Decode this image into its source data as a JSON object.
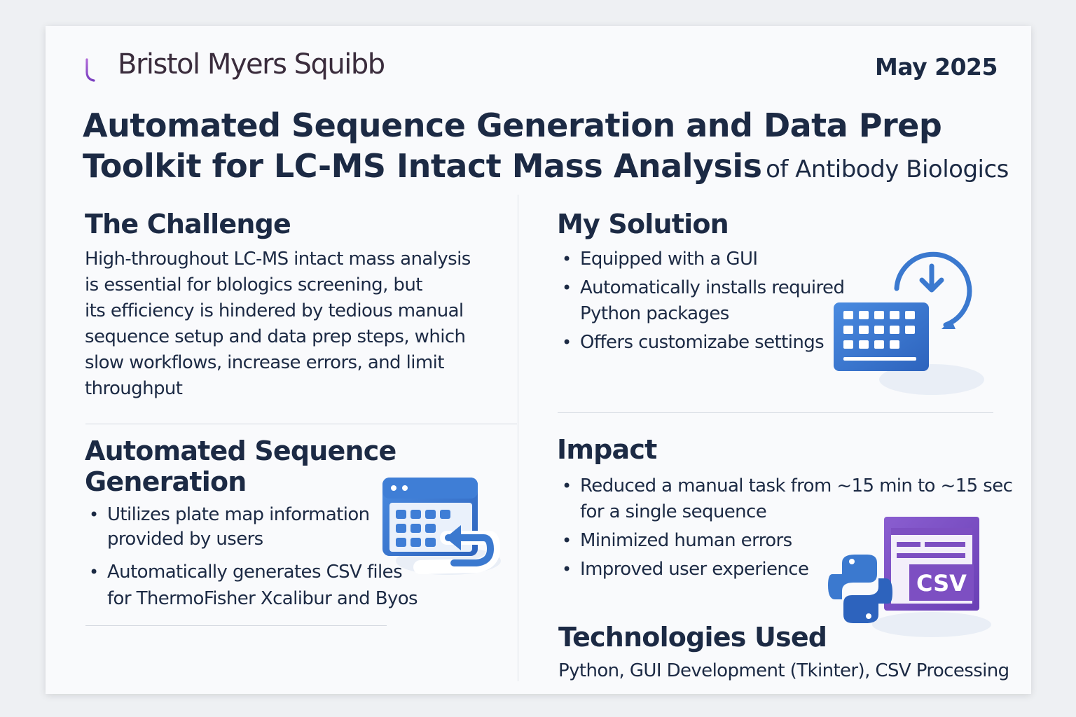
{
  "header": {
    "brand": "Bristol Myers Squibb",
    "date": "May 2025",
    "title_line1": "Automated Sequence Generation and Data Prep",
    "title_line2": "Toolkit for LC-MS Intact Mass Analysis",
    "title_line2_suffix": "of Antibody Biologics"
  },
  "challenge": {
    "heading": "The Challenge",
    "lines": [
      "High-throughout LC-MS intact mass analysis",
      "is essential for blologics screening, but",
      "its efficiency is hindered by tedious manual",
      "sequence setup and data prep steps, which",
      "slow workflows, increase errors, and limit",
      "throughput"
    ]
  },
  "solution": {
    "heading": "My Solution",
    "items": [
      [
        "Equipped with a GUI"
      ],
      [
        "Automatically installs required",
        "Python packages"
      ],
      [
        "Offers customizabe settings"
      ]
    ]
  },
  "sequence": {
    "heading_line1": "Automated Sequence",
    "heading_line2": "Generation",
    "items": [
      [
        "Utilizes plate map information",
        "provided by users"
      ],
      [
        "Automatically generates CSV files",
        "for ThermoFisher Xcalibur and Byos"
      ]
    ]
  },
  "impact": {
    "heading": "Impact",
    "items": [
      [
        "Reduced a manual task from ~15 min to ~15 sec",
        "for a single sequence"
      ],
      [
        "Minimized human errors"
      ],
      [
        "Improved user experience"
      ]
    ],
    "csv_label": "CSV"
  },
  "technologies": {
    "heading": "Technologies Used",
    "text": "Python, GUI Development (Tkinter), CSV Processing"
  },
  "icons": {
    "logo": "bms-logo-icon",
    "solution": "keyboard-clock-icon",
    "sequence": "calendar-arrow-icon",
    "impact": "python-csv-icon"
  },
  "colors": {
    "navy": "#1c2a44",
    "blue": "#3b79cf",
    "purple": "#7d4fc2",
    "logo_purple": "#9b59d0"
  }
}
